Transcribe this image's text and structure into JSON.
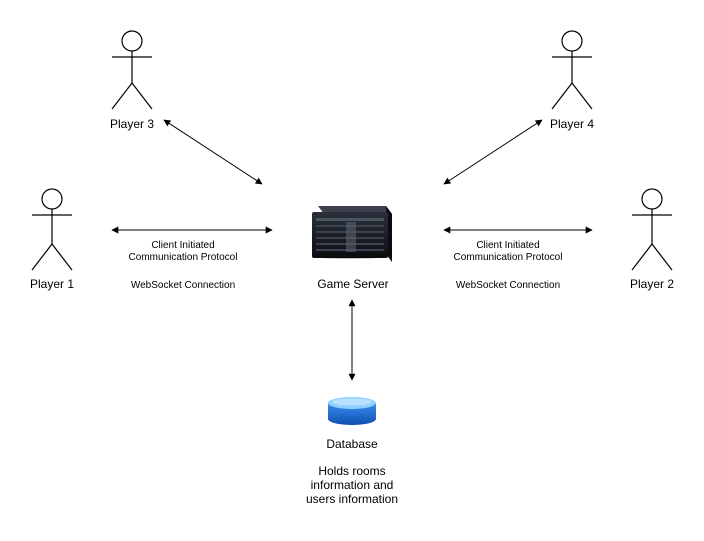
{
  "players": [
    {
      "id": "player-1",
      "label": "Player 1"
    },
    {
      "id": "player-2",
      "label": "Player 2"
    },
    {
      "id": "player-3",
      "label": "Player 3"
    },
    {
      "id": "player-4",
      "label": "Player 4"
    }
  ],
  "server": {
    "label": "Game Server",
    "icon": "server-icon"
  },
  "database": {
    "label": "Database",
    "icon": "database-icon",
    "note": "Holds rooms\ninformation and\nusers information"
  },
  "connections": {
    "left": {
      "protocol": "Client Initiated\nCommunication Protocol",
      "transport": "WebSocket Connection"
    },
    "right": {
      "protocol": "Client Initiated\nCommunication Protocol",
      "transport": "WebSocket Connection"
    }
  },
  "colors": {
    "line": "#000000",
    "server_body": "#1a1d24",
    "db_top": "#8fd0ff",
    "db_body": "#1f6fd6"
  }
}
